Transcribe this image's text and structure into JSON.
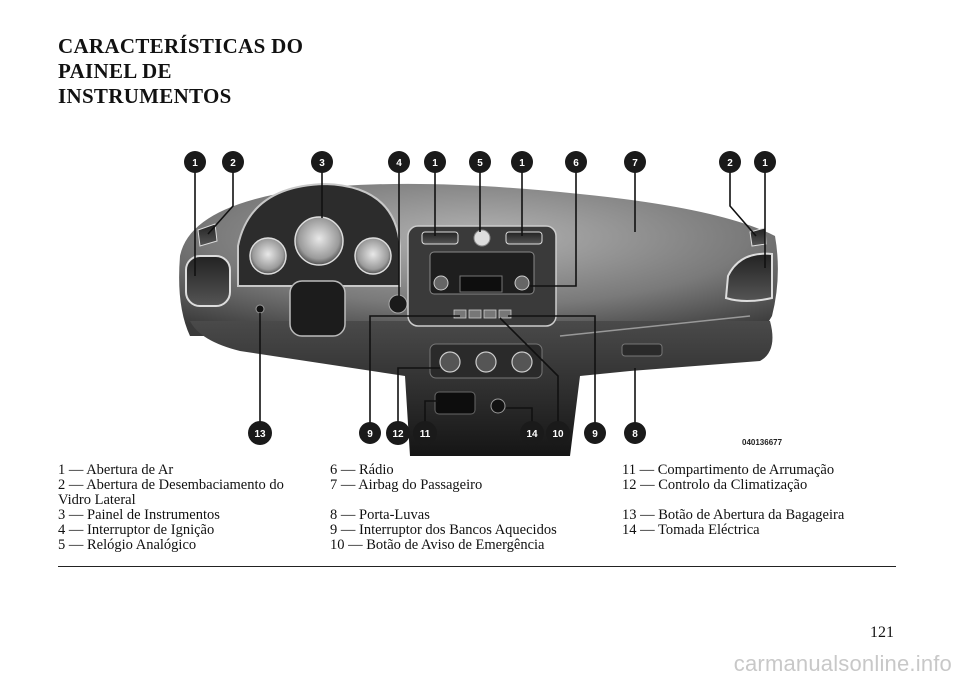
{
  "heading": [
    "CARACTERÍSTICAS DO",
    "PAINEL DE",
    "INSTRUMENTOS"
  ],
  "figure": {
    "image_code": "040136677",
    "callouts_top": [
      "1",
      "2",
      "3",
      "4",
      "1",
      "5",
      "1",
      "6",
      "7",
      "2",
      "1"
    ],
    "callouts_bottom": [
      "13",
      "9",
      "12",
      "11",
      "14",
      "10",
      "9",
      "8"
    ]
  },
  "legend": {
    "col1": [
      "1 — Abertura de Ar",
      "2 — Abertura de Desembaciamento do",
      "Vidro Lateral",
      "3 — Painel de Instrumentos",
      "4 — Interruptor de Ignição",
      "5 — Relógio Analógico"
    ],
    "col2": [
      "6 — Rádio",
      "7 — Airbag do Passageiro",
      "8 — Porta-Luvas",
      "9 — Interruptor dos Bancos Aquecidos",
      "10 — Botão de Aviso de Emergência"
    ],
    "col3": [
      "11 — Compartimento de Arrumação",
      "12 — Controlo da Climatização",
      "13 — Botão de Abertura da Bagageira",
      "14 — Tomada Eléctrica"
    ]
  },
  "page_number": "121",
  "watermark": "carmanualsonline.info"
}
